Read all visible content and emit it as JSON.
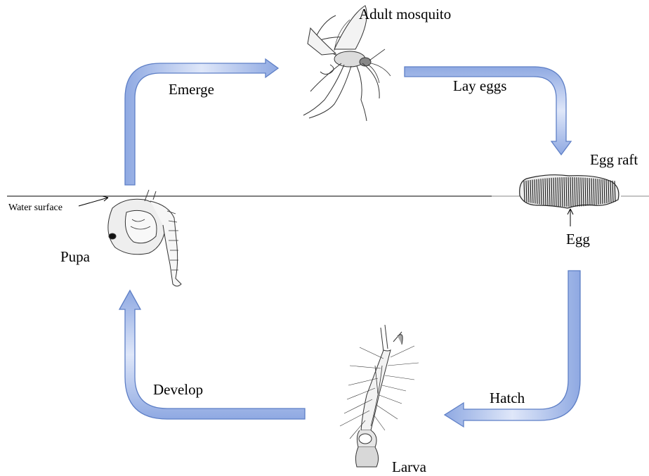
{
  "labels": {
    "adult": "Adult mosquito",
    "lay_eggs": "Lay eggs",
    "egg_raft": "Egg raft",
    "egg": "Egg",
    "hatch": "Hatch",
    "larva": "Larva",
    "develop": "Develop",
    "pupa": "Pupa",
    "water_surface": "Water surface",
    "emerge": "Emerge"
  },
  "colors": {
    "arrow_fill": "#b9cbf0",
    "arrow_edge": "#5e7fc6",
    "line": "#000000",
    "drawing": "#333333"
  },
  "icons": {
    "adult": "mosquito-icon",
    "egg_raft": "egg-raft-icon",
    "larva": "larva-icon",
    "pupa": "pupa-icon"
  }
}
